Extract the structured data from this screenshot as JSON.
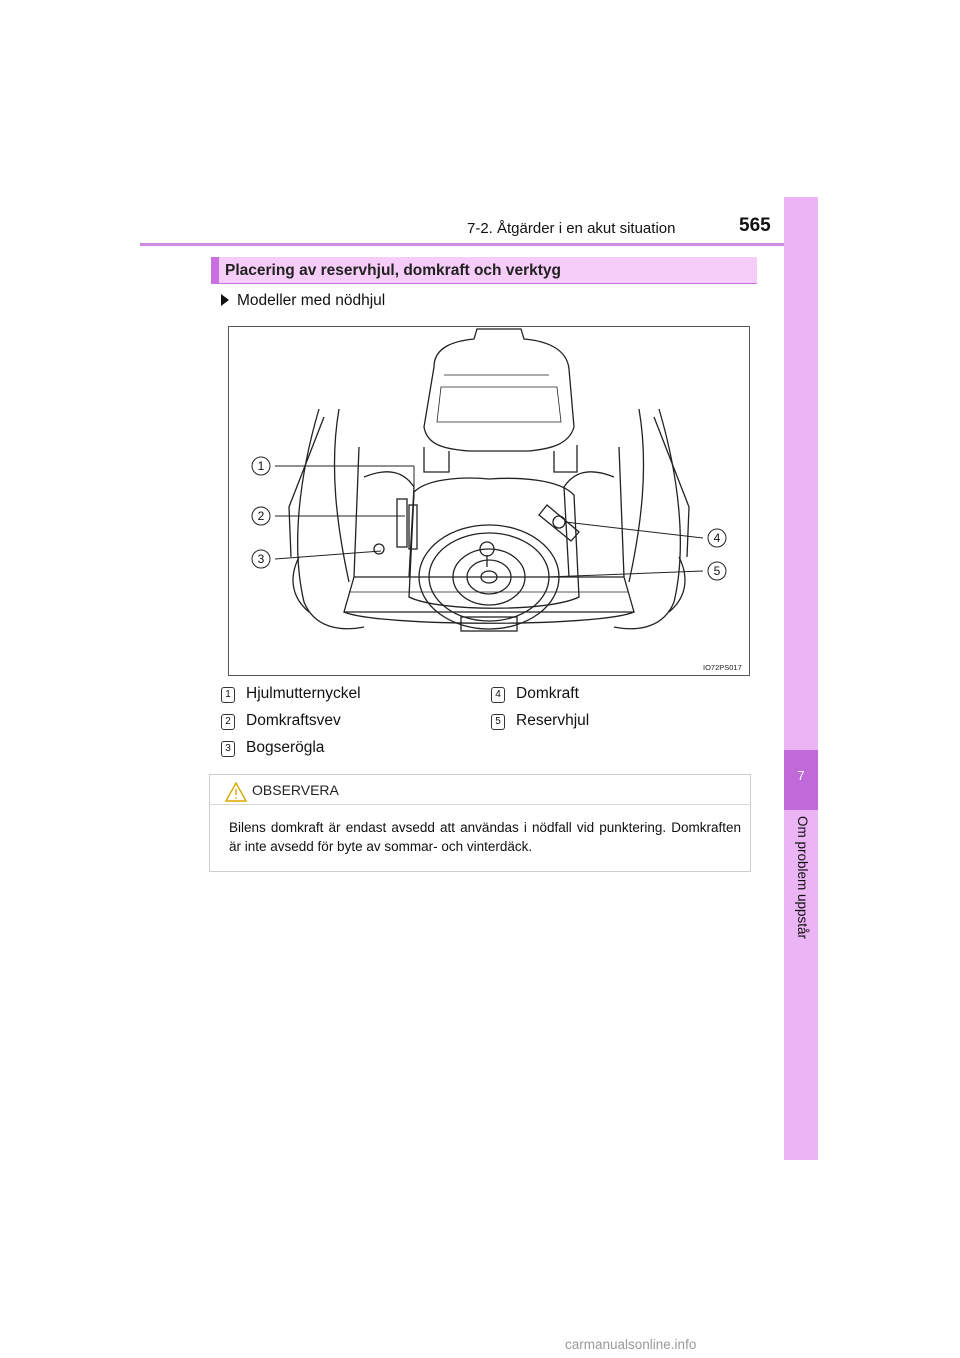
{
  "header": {
    "section_label": "7-2. Åtgärder i en akut situation",
    "page_number": "565"
  },
  "side_tab": {
    "chapter_number": "7",
    "chapter_title": "Om problem uppstår"
  },
  "section": {
    "heading": "Placering av reservhjul, domkraft och verktyg",
    "models_line": "Modeller med nödhjul"
  },
  "figure": {
    "code": "IO72PS017",
    "callouts": [
      "1",
      "2",
      "3",
      "4",
      "5"
    ]
  },
  "legend": {
    "items": [
      {
        "number": "1",
        "label": "Hjulmutternyckel"
      },
      {
        "number": "2",
        "label": "Domkraftsvev"
      },
      {
        "number": "3",
        "label": "Bogserögla"
      },
      {
        "number": "4",
        "label": "Domkraft"
      },
      {
        "number": "5",
        "label": "Reservhjul"
      }
    ]
  },
  "notice": {
    "title": "OBSERVERA",
    "body": "Bilens domkraft är endast avsedd att användas i nödfall vid punktering. Domkraften är inte avsedd för byte av sommar- och vinterdäck."
  },
  "watermark": "carmanualsonline.info",
  "colors": {
    "accent": "#c970e0",
    "side_tab": "#ebb4f5",
    "side_tab_active": "#c06ad9",
    "heading_bg": "#f6ccf8"
  }
}
